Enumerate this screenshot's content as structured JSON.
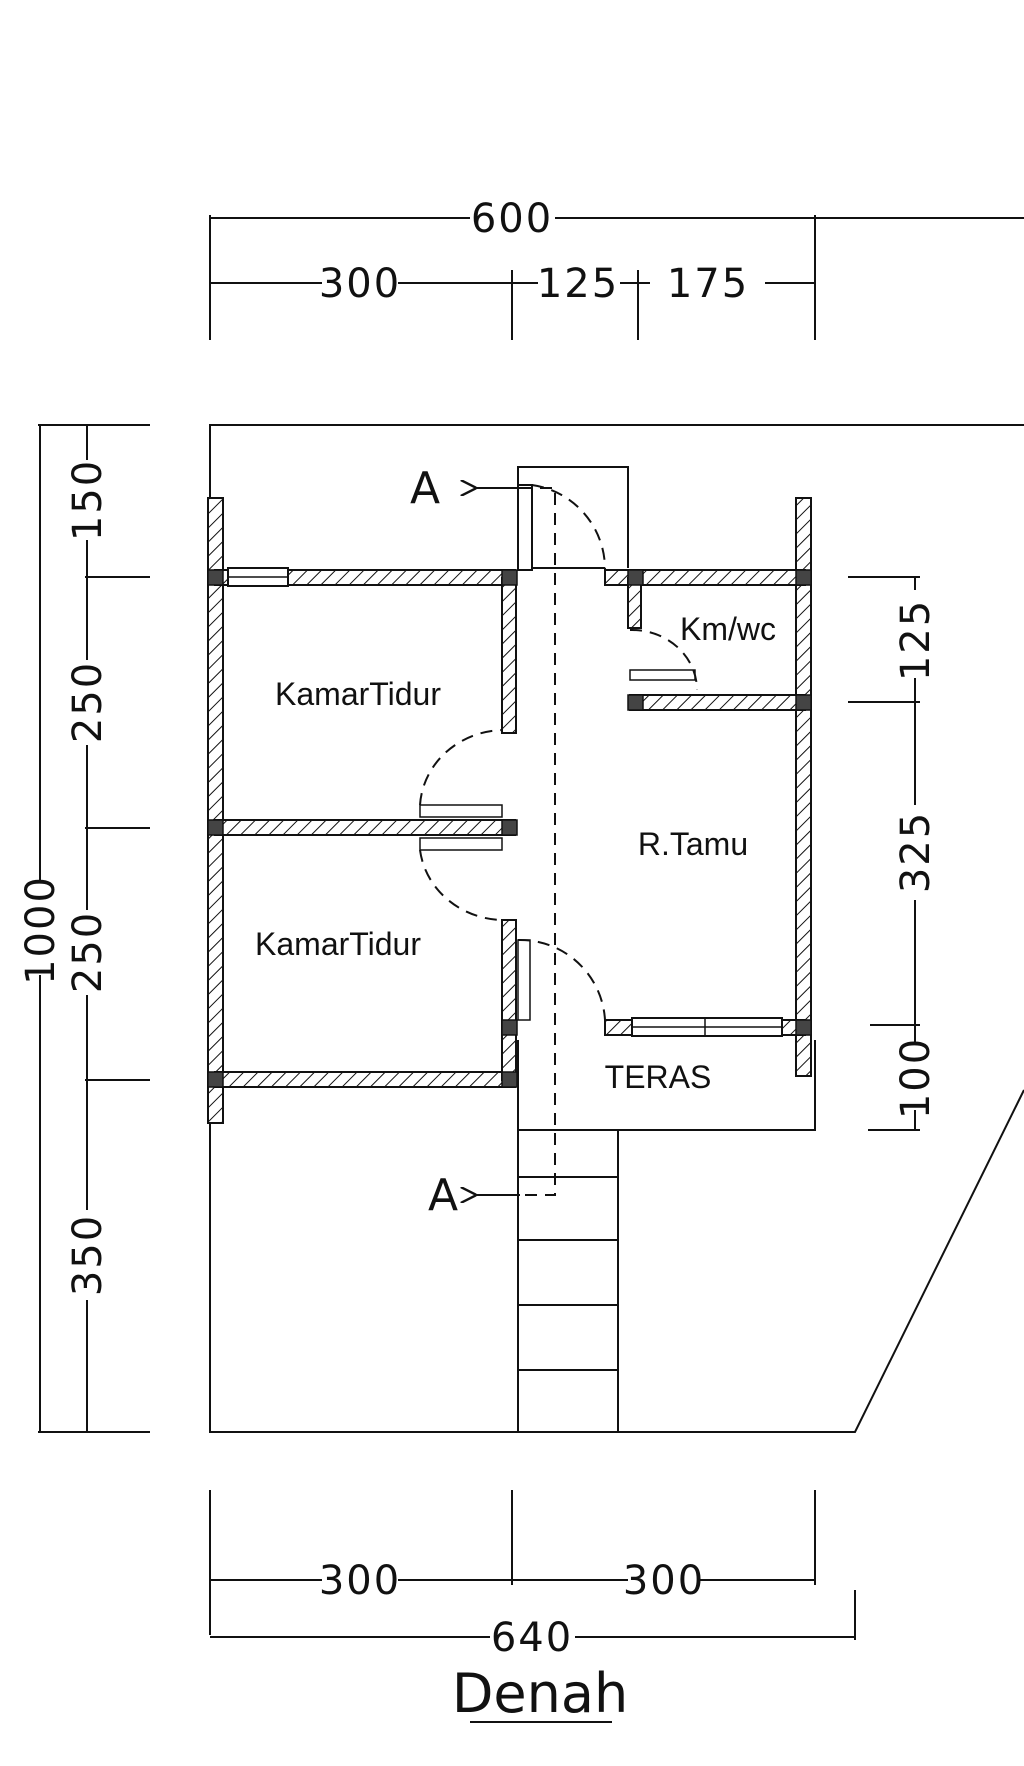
{
  "top_dims": {
    "overall": "600",
    "seg1": "300",
    "seg2": "125",
    "seg3": "175"
  },
  "left_dims": {
    "overall": "1000",
    "seg1": "150",
    "seg2": "250",
    "seg3": "250",
    "seg4": "350"
  },
  "right_dims": {
    "seg1": "125",
    "seg2": "325",
    "seg3": "100"
  },
  "bottom_dims": {
    "seg1": "300",
    "seg2": "300",
    "overall": "640"
  },
  "rooms": {
    "bedroom_1": "KamarTidur",
    "bedroom_2": "KamarTidur",
    "bathroom": "Km/wc",
    "living_room": "R.Tamu",
    "terrace": "TERAS"
  },
  "section_marks": {
    "top": "A",
    "bottom": "A"
  },
  "title": "Denah"
}
